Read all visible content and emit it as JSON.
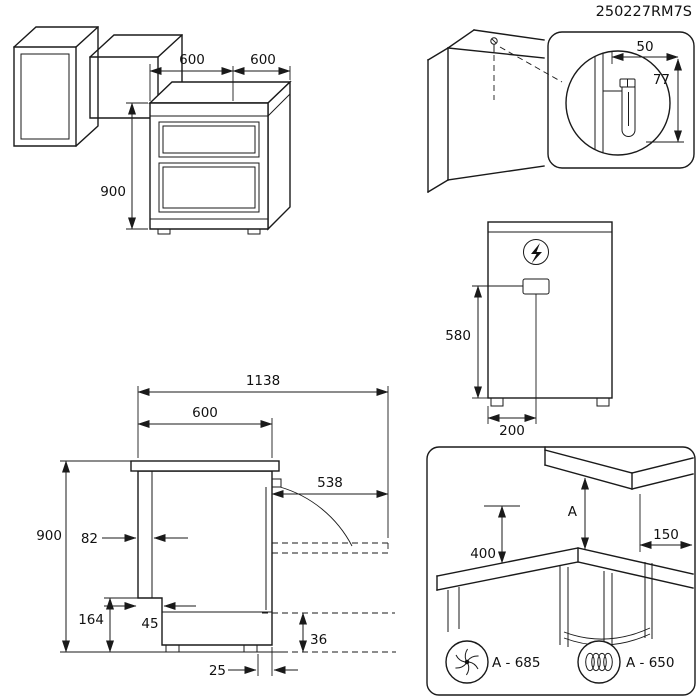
{
  "document": {
    "ref": "250227RM7S"
  },
  "front_iso": {
    "width_mm": "600",
    "depth_mm": "600",
    "height_mm": "900"
  },
  "bracket_detail": {
    "screw_offset_mm": "50",
    "bracket_length_mm": "77"
  },
  "rear_view": {
    "connection_height_mm": "580",
    "connection_offset_mm": "200"
  },
  "side_view": {
    "depth_door_open_mm": "1138",
    "depth_mm": "600",
    "door_projection_mm": "538",
    "height_mm": "900",
    "rear_recess_top_mm": "82",
    "rear_recess_height_mm": "164",
    "rear_recess_depth_mm": "45",
    "foot_inset_mm": "25",
    "front_clearance_mm": "36"
  },
  "hood_clearance": {
    "min_distance_mm": "400",
    "hood_distance_label": "A",
    "side_distance_mm": "150",
    "radiant_hob_value": "A - 685",
    "induction_hob_value": "A - 650"
  }
}
